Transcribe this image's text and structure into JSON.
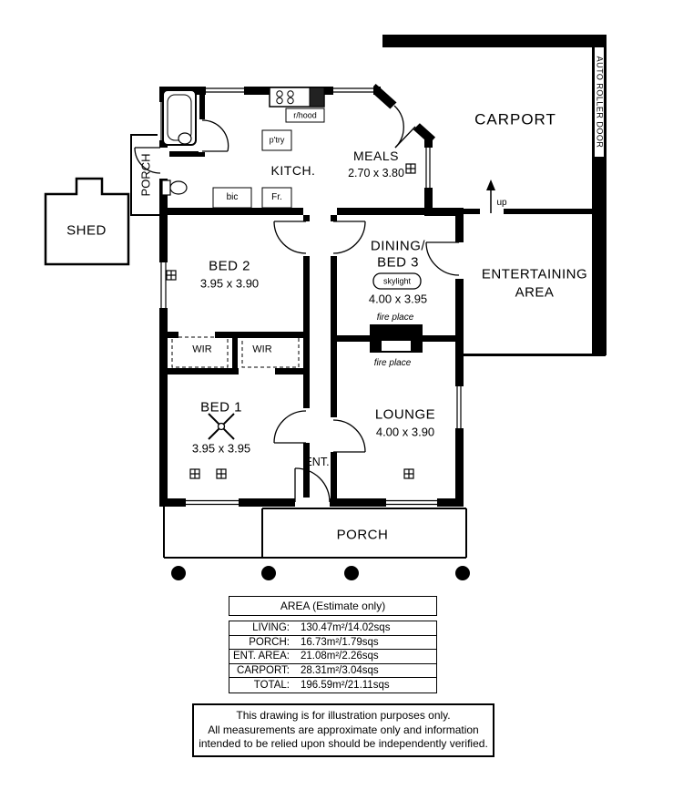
{
  "plan": {
    "carport": "CARPORT",
    "auto_roller_door": "AUTO ROLLER DOOR",
    "porch_left": "PORCH",
    "shed": "SHED",
    "kitchen": "KITCH.",
    "meals": "MEALS",
    "meals_dims": "2.70 x 3.80",
    "bed2": "BED 2",
    "bed2_dims": "3.95 x 3.90",
    "dining_line1": "DINING/",
    "dining_line2": "BED 3",
    "dining_dims": "4.00 x 3.95",
    "skylight": "skylight",
    "entertaining_line1": "ENTERTAINING",
    "entertaining_line2": "AREA",
    "fireplace_top": "fire place",
    "fireplace_bottom": "fire place",
    "wir_left": "WIR",
    "wir_right": "WIR",
    "bed1": "BED 1",
    "bed1_dims": "3.95 x 3.95",
    "lounge": "LOUNGE",
    "lounge_dims": "4.00 x 3.90",
    "entry": "ENT.",
    "porch_bottom": "PORCH",
    "up": "up",
    "bic": "bic",
    "fridge": "Fr.",
    "pantry": "p'try",
    "rangehood": "r/hood"
  },
  "area_table": {
    "title": "AREA (Estimate only)",
    "rows": [
      {
        "label": "LIVING:",
        "value": "130.47m²/14.02sqs"
      },
      {
        "label": "PORCH:",
        "value": "16.73m²/1.79sqs"
      },
      {
        "label": "ENT. AREA:",
        "value": "21.08m²/2.26sqs"
      },
      {
        "label": "CARPORT:",
        "value": "28.31m²/3.04sqs"
      },
      {
        "label": "TOTAL:",
        "value": "196.59m²/21.11sqs"
      }
    ]
  },
  "disclaimer": {
    "line1": "This drawing is for illustration purposes only.",
    "line2": "All measurements are approximate only and information",
    "line3": "intended to be relied upon should be independently verified."
  }
}
